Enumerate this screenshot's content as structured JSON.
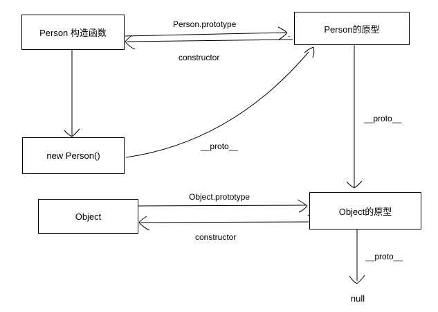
{
  "diagram": {
    "background_color": "#ffffff",
    "line_color": "#000000",
    "nodes": [
      {
        "id": "person-constructor",
        "label": "Person 构造函数",
        "shape": "rect"
      },
      {
        "id": "person-prototype",
        "label": "Person的原型",
        "shape": "rect"
      },
      {
        "id": "new-person",
        "label": "new Person()",
        "shape": "rect"
      },
      {
        "id": "object",
        "label": "Object",
        "shape": "rect"
      },
      {
        "id": "object-prototype",
        "label": "Object的原型",
        "shape": "rect"
      },
      {
        "id": "null",
        "label": "null",
        "shape": "text"
      }
    ],
    "edges": [
      {
        "from": "person-constructor",
        "to": "person-prototype",
        "label": "Person.prototype"
      },
      {
        "from": "person-prototype",
        "to": "person-constructor",
        "label": "constructor"
      },
      {
        "from": "person-constructor",
        "to": "new-person",
        "label": ""
      },
      {
        "from": "new-person",
        "to": "person-prototype",
        "label": "__proto__"
      },
      {
        "from": "person-prototype",
        "to": "object-prototype",
        "label": "__proto__"
      },
      {
        "from": "object",
        "to": "object-prototype",
        "label": "Object.prototype"
      },
      {
        "from": "object-prototype",
        "to": "object",
        "label": "constructor"
      },
      {
        "from": "object-prototype",
        "to": "null",
        "label": "__proto__"
      }
    ]
  }
}
